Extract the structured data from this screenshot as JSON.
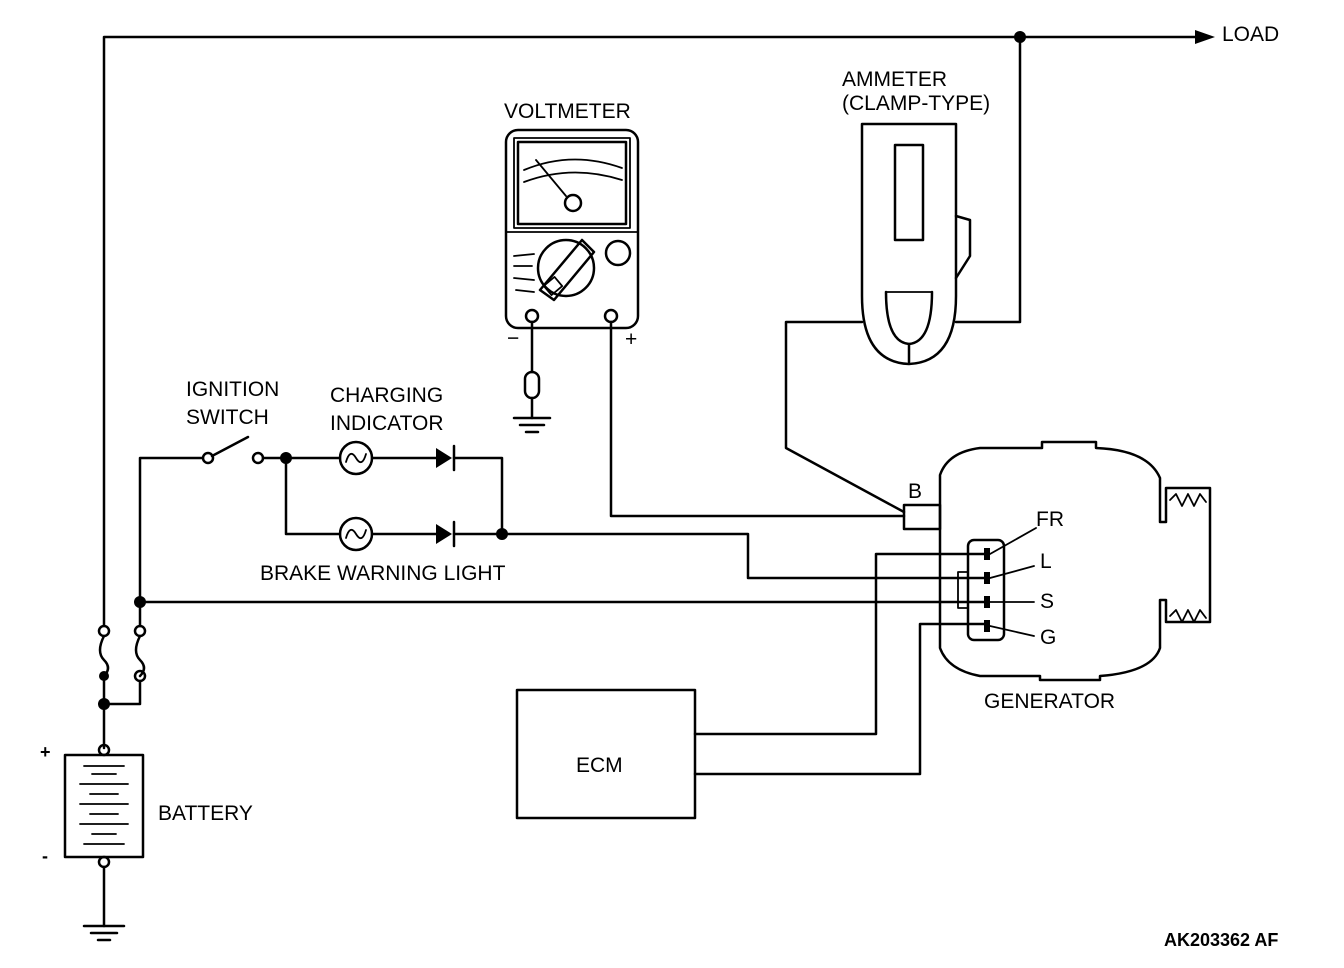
{
  "labels": {
    "load": "LOAD",
    "voltmeter": "VOLTMETER",
    "ammeter_line1": "AMMETER",
    "ammeter_line2": "(CLAMP-TYPE)",
    "ignition_line1": "IGNITION",
    "ignition_line2": "SWITCH",
    "charging_line1": "CHARGING",
    "charging_line2": "INDICATOR",
    "brake_warning": "BRAKE WARNING LIGHT",
    "battery": "BATTERY",
    "ecm": "ECM",
    "generator": "GENERATOR",
    "terminal_b": "B",
    "terminal_fr": "FR",
    "terminal_l": "L",
    "terminal_s": "S",
    "terminal_g": "G",
    "volt_minus": "−",
    "volt_plus": "+",
    "bat_plus": "+",
    "bat_minus": "-",
    "figure_code": "AK203362 AF"
  }
}
